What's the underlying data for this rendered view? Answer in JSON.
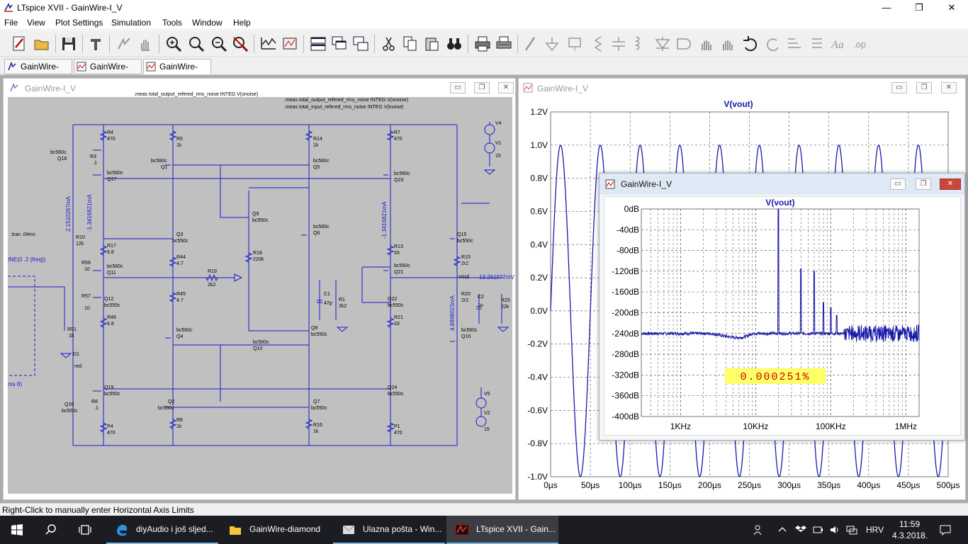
{
  "window": {
    "title": "LTspice XVII - GainWire-I_V",
    "minimize": "—",
    "maximize": "❐",
    "close": "✕"
  },
  "menu": [
    "File",
    "View",
    "Plot Settings",
    "Simulation",
    "Tools",
    "Window",
    "Help"
  ],
  "tabs": [
    {
      "label": "GainWire-I_V",
      "kind": "schematic"
    },
    {
      "label": "GainWire-I_V",
      "kind": "plot"
    },
    {
      "label": "GainWire-I_V",
      "kind": "plot",
      "active": true
    }
  ],
  "schematic_window": {
    "title": "GainWire-I_V",
    "directives": [
      ".meas total_output_refered_rms_noise INTEG V(onoise)",
      ".meas total_input_refered_rms_noise INTEG V(inoise)"
    ],
    "tran": ";tran .04ms",
    "source_text": "INE(0 .2 {freq})",
    "ms_text": "ms 8)",
    "labels": {
      "r4": "R4",
      "r4v": "470",
      "r3": "R3",
      "r3v": ".1",
      "q18a": "bc560c",
      "q18": "Q18",
      "q17a": "bc560c",
      "q17": "Q17",
      "r5": "R5",
      "r5v": "1k",
      "q1a": "bc560c",
      "q1": "Q1",
      "r14": "R14",
      "r14v": "1k",
      "q5a": "bc560c",
      "q5": "Q5",
      "r7": "R7",
      "r7v": "470",
      "q23a": "bc560c",
      "q23": "Q23",
      "v4": "V4",
      "v1": "V1",
      "v1v": "15",
      "cur1": "2.1510267mA",
      "cur2": "-1.3416821mA",
      "cur3": "-1.3416821mA",
      "q9": "Q9",
      "q9a": "bc550c",
      "q6a": "bc560c",
      "q6": "Q6",
      "r10": "R10",
      "r10v": "12k",
      "q3": "Q3",
      "q3a": "bc550c",
      "r17": "R17",
      "r17v": "6.8",
      "r44": "R44",
      "r44v": "4.7",
      "r18": "R18",
      "r18v": "220k",
      "r13": "R13",
      "r13v": "33",
      "q15": "Q15",
      "q15a": "bc550c",
      "r15": "R15",
      "r15v": "2r2",
      "r56": "R56",
      "r56v": "10",
      "q11a": "bc560c",
      "q11": "Q11",
      "r19": "R19",
      "r19v": "2k2",
      "q21a": "bc560c",
      "q21": "Q21",
      "vout": "vout",
      "voutv": "13.261977mV",
      "r57": "R57",
      "r57v": "10",
      "q12": "Q12",
      "q12a": "bc550c",
      "r45": "R45",
      "r45v": "4.7",
      "c1": "C1",
      "c1v": "47p",
      "r1": "R1",
      "r1v": "2k2",
      "q22": "Q22",
      "q22a": "bc550c",
      "r20": "R20",
      "r20v": "2r2",
      "c2": "C2",
      "c2v": "1n",
      "r25": "R25",
      "r25v": "22k",
      "cur4": "4.8998023mA",
      "r46": "R46",
      "r46v": "6.8",
      "r21": "R21",
      "r21v": "33",
      "q4a": "bc560c",
      "q4": "Q4",
      "q8": "Q8",
      "q8a": "bc550c",
      "q16a": "bc560c",
      "q16": "Q16",
      "r51": "R51",
      "r51v": "1k",
      "q10a": "bc560c",
      "q10": "Q10",
      "d1": "D1",
      "d1v": "red",
      "q19": "Q19",
      "q19a": "bc550c",
      "q24": "Q24",
      "q24a": "bc550c",
      "v5": "V5",
      "v2": "V2",
      "v2v": "15",
      "q20": "Q20",
      "q20a": "bc550c",
      "r8": "R8",
      "r8v": ".1",
      "q2": "Q2",
      "q2a": "bc550c",
      "q7": "Q7",
      "q7a": "bc550c",
      "r6": "R6",
      "r6v": "1k",
      "r16": "R16",
      "r16v": "1k",
      "p4": "P4",
      "p4v": "470",
      "p1": "P1",
      "p1v": "470"
    }
  },
  "plot_window": {
    "title": "GainWire-I_V",
    "trace_name": "V(vout)",
    "y_ticks": [
      "1.2V",
      "1.0V",
      "0.8V",
      "0.6V",
      "0.4V",
      "0.2V",
      "0.0V",
      "-0.2V",
      "-0.4V",
      "-0.6V",
      "-0.8V",
      "-1.0V"
    ],
    "x_ticks": [
      "0µs",
      "50µs",
      "100µs",
      "150µs",
      "200µs",
      "250µs",
      "300µs",
      "350µs",
      "400µs",
      "450µs",
      "500µs"
    ],
    "trace_color": "#1a1aa8"
  },
  "fft_window": {
    "title": "GainWire-I_V",
    "trace_name": "V(vout)",
    "y_ticks": [
      "0dB",
      "-40dB",
      "-80dB",
      "-120dB",
      "-160dB",
      "-200dB",
      "-240dB",
      "-280dB",
      "-320dB",
      "-360dB",
      "-400dB"
    ],
    "x_ticks": [
      "1KHz",
      "10KHz",
      "100KHz",
      "1MHz"
    ],
    "measurement": "0.000251%",
    "measurement_bg": "#ffff66",
    "measurement_color": "#cc0000"
  },
  "chart_data": [
    {
      "type": "line",
      "title": "V(vout)",
      "xlabel": "",
      "ylabel": "",
      "xlim": [
        0,
        500
      ],
      "x_unit": "µs",
      "ylim": [
        -1.0,
        1.2
      ],
      "y_unit": "V",
      "grid": true,
      "series": [
        {
          "name": "V(vout)",
          "function": "sine",
          "amplitude": 1.0,
          "frequency_khz": 20,
          "phase_deg": 0
        }
      ]
    },
    {
      "type": "line",
      "title": "V(vout)",
      "x_scale": "log",
      "xlim_hz": [
        300,
        1500000
      ],
      "ylim_db": [
        -400,
        0
      ],
      "grid": true,
      "series": [
        {
          "name": "V(vout)",
          "noise_floor_db": -240,
          "peaks": [
            {
              "freq_hz": 20000,
              "db": 0
            },
            {
              "freq_hz": 40000,
              "db": -115
            },
            {
              "freq_hz": 60000,
              "db": -120
            },
            {
              "freq_hz": 80000,
              "db": -180
            },
            {
              "freq_hz": 100000,
              "db": -190
            },
            {
              "freq_hz": 120000,
              "db": -205
            }
          ]
        }
      ]
    }
  ],
  "status": "Right-Click to manually enter Horizontal Axis Limits",
  "taskbar": {
    "items": [
      {
        "label": "diyAudio i još sljed...",
        "icon": "edge-icon"
      },
      {
        "label": "GainWire-diamond",
        "icon": "folder-icon"
      },
      {
        "label": "Ulazna pošta - Win...",
        "icon": "mail-icon"
      },
      {
        "label": "LTspice XVII - Gain...",
        "icon": "ltspice-icon"
      }
    ],
    "lang": "HRV",
    "time": "11:59",
    "date": "4.3.2018."
  }
}
